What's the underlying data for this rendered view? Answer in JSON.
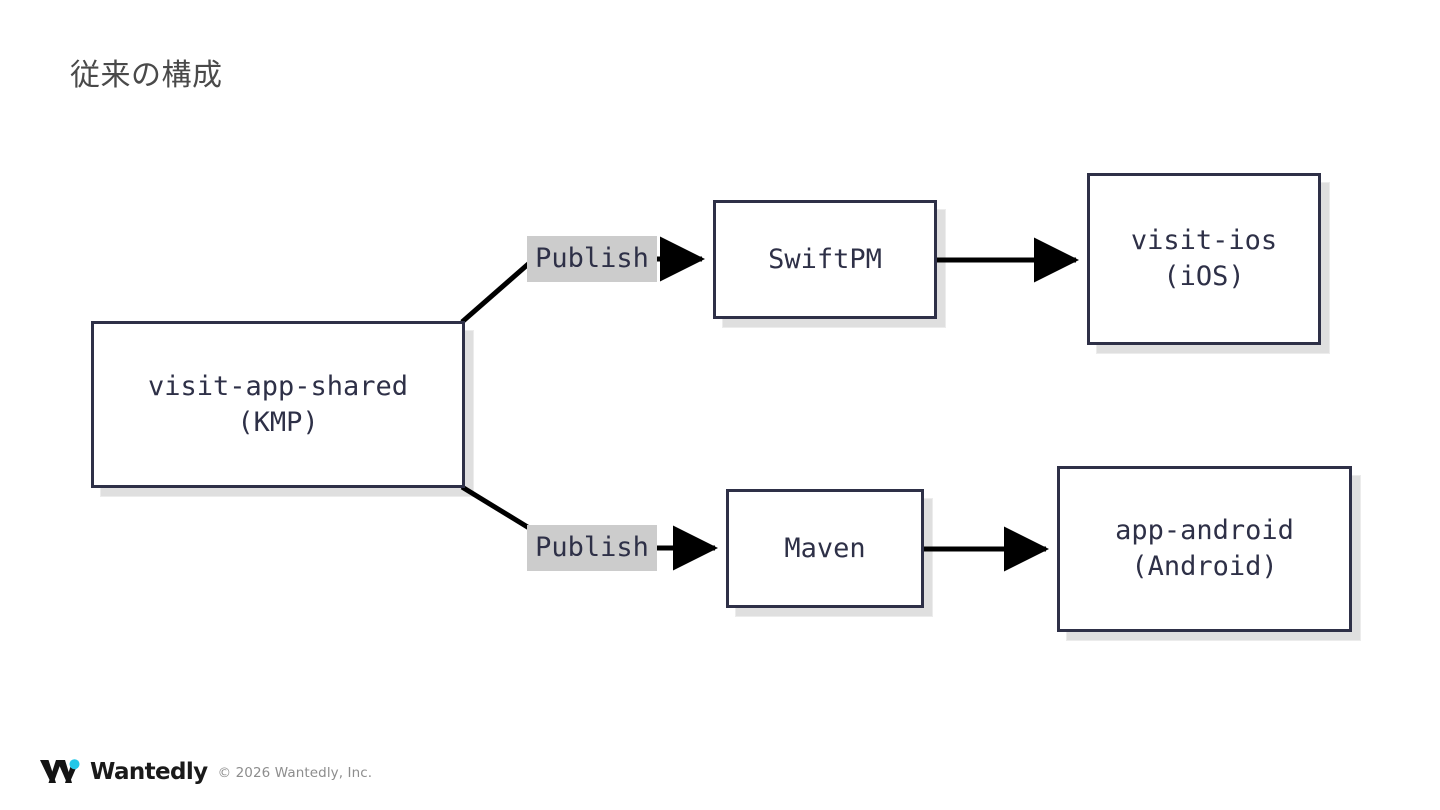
{
  "slide": {
    "title": "従来の構成",
    "background_color": "#ffffff",
    "title_color": "#4a4a4a"
  },
  "theme": {
    "node_border_color": "#2e3047",
    "node_fill_color": "#ffffff",
    "node_text_color": "#2e3047",
    "edge_color": "#000000",
    "label_highlight_color": "#cccccc",
    "shadow_color": "#ececec",
    "logo_accent_color": "#21c7e8"
  },
  "diagram": {
    "nodes": [
      {
        "id": "shared",
        "line1": "visit-app-shared",
        "line2": "(KMP)"
      },
      {
        "id": "swiftpm",
        "line1": "SwiftPM",
        "line2": ""
      },
      {
        "id": "maven",
        "line1": "Maven",
        "line2": ""
      },
      {
        "id": "visit_ios",
        "line1": "visit-ios",
        "line2": "(iOS)"
      },
      {
        "id": "app_android",
        "line1": "app-android",
        "line2": "(Android)"
      }
    ],
    "edges": [
      {
        "id": "shared_to_swiftpm",
        "from": "shared",
        "to": "swiftpm",
        "label": "Publish"
      },
      {
        "id": "shared_to_maven",
        "from": "shared",
        "to": "maven",
        "label": "Publish"
      },
      {
        "id": "swiftpm_to_ios",
        "from": "swiftpm",
        "to": "visit_ios",
        "label": ""
      },
      {
        "id": "maven_to_android",
        "from": "maven",
        "to": "app_android",
        "label": ""
      }
    ]
  },
  "footer": {
    "logo_name": "Wantedly",
    "copyright": "© 2026 Wantedly, Inc."
  }
}
